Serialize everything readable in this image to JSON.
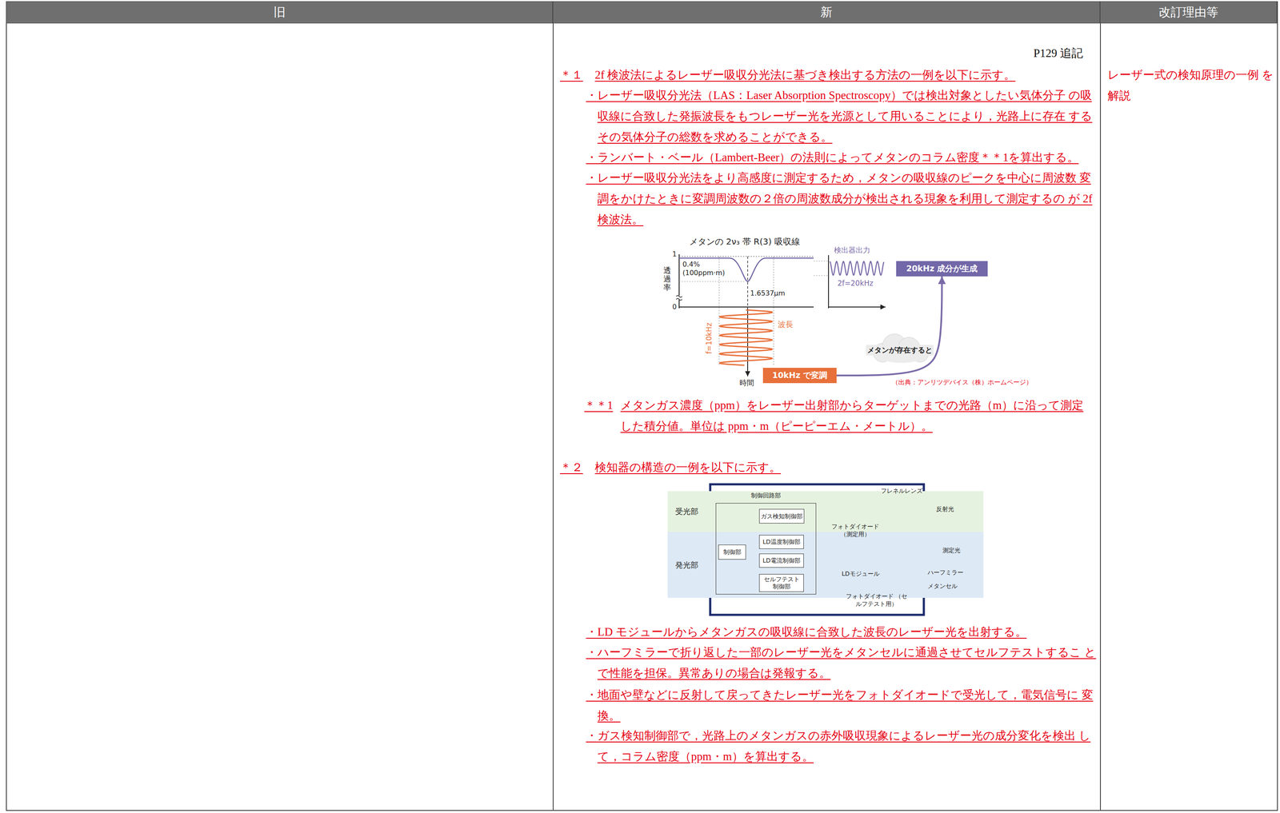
{
  "diagram": {
    "nodes": [
      {
        "text": [
          "旧"
        ]
      },
      {
        "text": [
          "新"
        ]
      },
      {
        "text": [
          "改訂理由等"
        ]
      },
      {
        "text": [
          "20kHz 成分が生成"
        ]
      },
      {
        "text": [
          "10kHz で変調"
        ]
      },
      {
        "text": [
          "受光部"
        ]
      },
      {
        "text": [
          "発光部"
        ]
      },
      {
        "text": [
          "制御回路部"
        ]
      },
      {
        "text": [
          "ガス検知制御部"
        ],
        "in": 7
      },
      {
        "text": [
          "制御部"
        ],
        "in": 7
      },
      {
        "text": [
          "LD温度制御部"
        ],
        "in": 7
      },
      {
        "text": [
          "LD電流制御部"
        ],
        "in": 7
      },
      {
        "text": [
          "セルフテスト 制御部"
        ],
        "in": 7
      }
    ],
    "edges": [
      {
        "from": 4,
        "to": 3,
        "arrow": "to",
        "label": "メタンが存在すると"
      },
      {
        "from": 9,
        "to": 10,
        "arrow": "to"
      },
      {
        "from": 9,
        "to": 11,
        "arrow": "to"
      },
      {
        "from": 8,
        "to": 9,
        "arrow": "to"
      },
      {
        "from": 12,
        "to": 9,
        "arrow": "to"
      }
    ],
    "labels": [
      "P129 追記",
      "＊１",
      "2f 検波法によるレーザー吸収分光法に基づき検出する方法の一例を以下に示す。",
      "・レーザー吸収分光法（LAS：Laser Absorption Spectroscopy）では検出対象としたい気体分子 の吸収線に合致した発振波長をもつレーザー光を光源として用いることにより，光路上に存在 するその気体分子の総数を求めることができる。",
      "・ランバート・ベール（Lambert-Beer）の法則によってメタンのコラム密度＊＊1を算出する。",
      "・レーザー吸収分光法をより高感度に測定するため，メタンの吸収線のピークを中心に周波数 変調をかけたときに変調周波数の２倍の周波数成分が検出される現象を利用して測定するの が 2f 検波法。",
      "メタンの 2ν₃ 帯 R(3) 吸収線",
      "1",
      "0",
      "透過率",
      "0.4%",
      "(100ppm·m)",
      "1.6537μm",
      "検出器出力",
      "2f=20kHz",
      "波長",
      "f=10kHz",
      "時間",
      "（出典：アンリツデバイス（株）ホームページ）",
      "＊＊1",
      "メタンガス濃度（ppm）をレーザー出射部からターゲットまでの光路（m）に沿って測定 した積分値。単位は ppm・m（ピーピーエム・メートル）。",
      "＊２",
      "検知器の構造の一例を以下に示す。",
      "フレネルレンズ",
      "反射光",
      "フォトダイオード （測定用）",
      "LDモジュール",
      "測定光",
      "ハーフミラー",
      "メタンセル",
      "フォトダイオード （セルフテスト用）",
      "・LD モジュールからメタンガスの吸収線に合致した波長のレーザー光を出射する。",
      "・ハーフミラーで折り返した一部のレーザー光をメタンセルに通過させてセルフテストするこ とで性能を担保。異常ありの場合は発報する。",
      "・地面や壁などに反射して戻ってきたレーザー光をフォトダイオードで受光して，電気信号に 変換。",
      "・ガス検知制御部で，光路上のメタンガスの赤外吸収現象によるレーザー光の成分変化を検出 して，コラム密度（ppm・m）を算出する。",
      "レーザー式の検知原理の一例 を解説"
    ]
  }
}
